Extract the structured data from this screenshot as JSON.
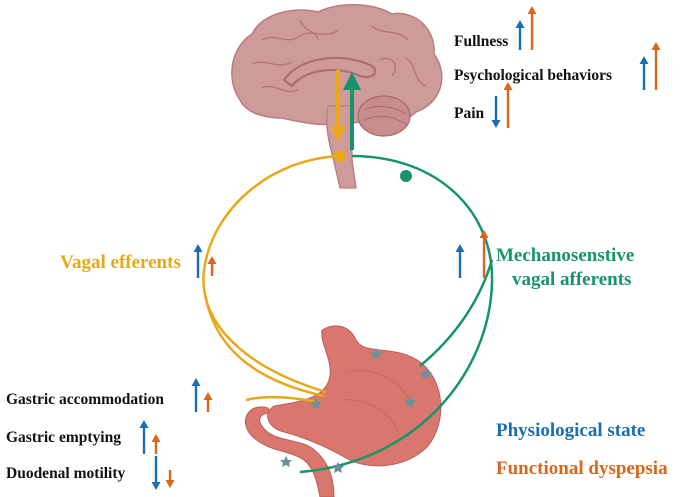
{
  "colors": {
    "efferent": "#e8a818",
    "afferent": "#17946c",
    "physiological": "#1a6fb3",
    "dyspepsia": "#d9661f",
    "brain": "#cf9a9a",
    "stomach": "#d9776e"
  },
  "brain_effects": [
    {
      "label": "Fullness",
      "physiological": "up",
      "dyspepsia": "up"
    },
    {
      "label": "Psychological behaviors",
      "physiological": "up",
      "dyspepsia": "up"
    },
    {
      "label": "Pain",
      "physiological": "down",
      "dyspepsia": "up"
    }
  ],
  "pathways": {
    "efferent_label": "Vagal efferents",
    "efferent_physiological": "up",
    "efferent_dyspepsia": "up",
    "afferent_label_line1": "Mechanosenstive",
    "afferent_label_line2": "vagal afferents",
    "afferent_physiological": "up",
    "afferent_dyspepsia": "up"
  },
  "gastric_effects": [
    {
      "label": "Gastric accommodation",
      "physiological": "up",
      "dyspepsia": "up"
    },
    {
      "label": "Gastric emptying",
      "physiological": "up",
      "dyspepsia": "up"
    },
    {
      "label": "Duodenal motility",
      "physiological": "down",
      "dyspepsia": "down"
    }
  ],
  "legend": {
    "physiological": "Physiological state",
    "dyspepsia": "Functional dyspepsia"
  }
}
